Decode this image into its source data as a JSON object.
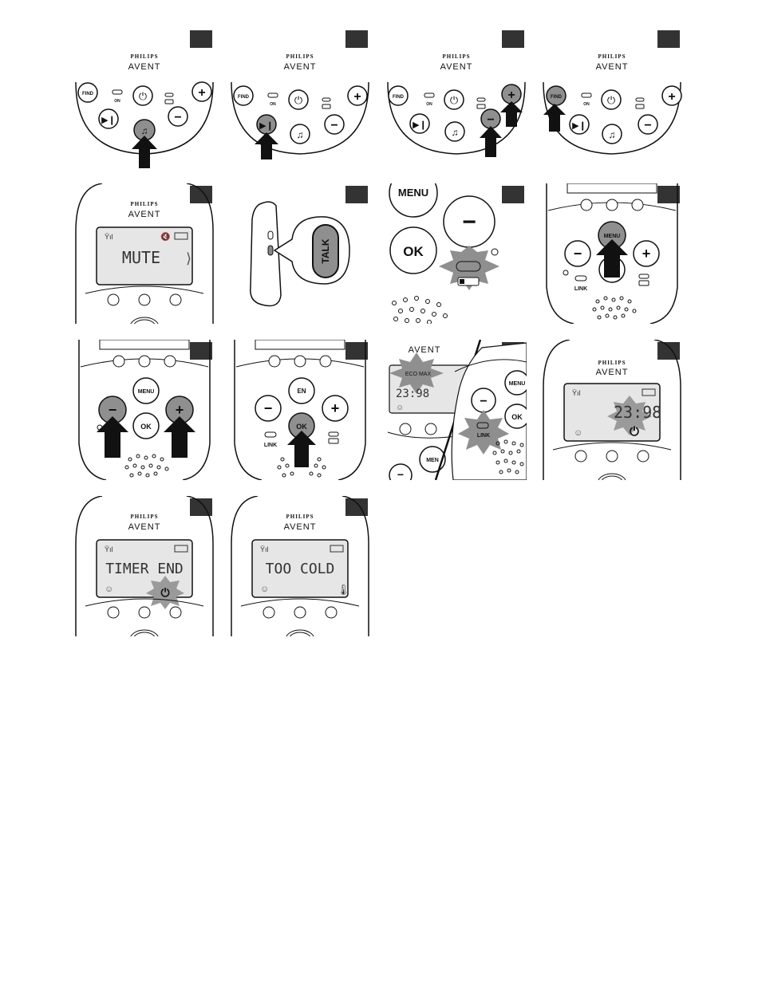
{
  "brand": {
    "top": "PHILIPS",
    "bottom": "AVENT"
  },
  "buttons": {
    "find": "FIND",
    "on": "ON",
    "menu": "MENU",
    "ok": "OK",
    "link": "LINK",
    "talk": "TALK",
    "en": "EN",
    "men": "MEN"
  },
  "displays": {
    "mute": "MUTE",
    "eco_max": "ECO MAX",
    "clock": "23:98",
    "timer_end": "TIMER END",
    "too_cold": "TOO COLD"
  },
  "icons": [
    "music-note-icon",
    "play-pause-icon",
    "power-icon",
    "plus-icon",
    "minus-icon",
    "battery-icon",
    "signal-icon",
    "speaker-mute-icon",
    "arrow-up-icon",
    "timer-icon",
    "thermometer-icon",
    "baby-face-icon",
    "highlight-burst-icon"
  ],
  "colors": {
    "highlight": "#8f8f8f",
    "ink": "#111111",
    "tag": "#333333",
    "lcd_bg": "#e6e6e6"
  }
}
